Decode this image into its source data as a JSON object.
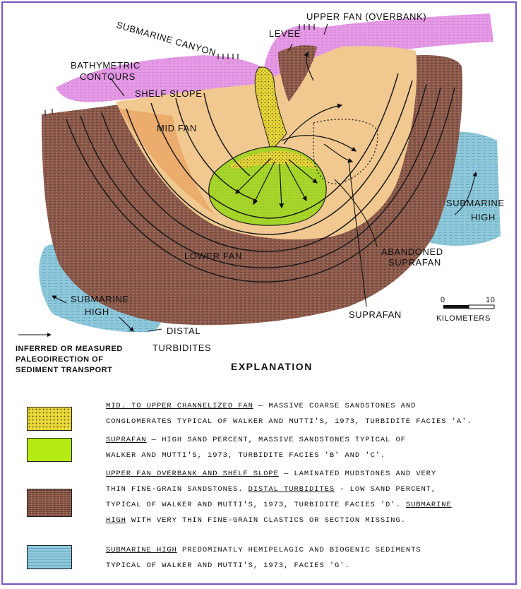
{
  "map": {
    "labels": {
      "submarine_canyon": "SUBMARINE CANYON",
      "upper_fan": "UPPER FAN (OVERBANK)",
      "levee": "LEVEE",
      "bathymetric_1": "BATHYMETRIC",
      "bathymetric_2": "CONTOURS",
      "shelf_slope": "SHELF SLOPE",
      "mid_fan": "MID FAN",
      "submarine_high_right_1": "SUBMARINE",
      "submarine_high_right_2": "HIGH",
      "lower_fan": "LOWER FAN",
      "abandoned_1": "ABANDONED",
      "abandoned_2": "SUPRAFAN",
      "submarine_high_left_1": "SUBMARINE",
      "submarine_high_left_2": "HIGH",
      "suprafan": "SUPRAFAN",
      "distal": "DISTAL",
      "turbidites": "TURBIDITES",
      "scale_0": "0",
      "scale_10": "10",
      "kilometers": "KILOMETERS",
      "arrow_note_1": "INFERRED OR MEASURED",
      "arrow_note_2": "PALEODIRECTION OF",
      "arrow_note_3": "SEDIMENT TRANSPORT",
      "explanation": "EXPLANATION"
    },
    "colors": {
      "brown": "#8a5a4c",
      "tan": "#f0c890",
      "orange": "#e8a060",
      "green": "#a8d62a",
      "yellow": "#e8d838",
      "pink": "#e49ae4",
      "blue": "#8ec8da",
      "frame": "#7b52c9"
    }
  },
  "legend": [
    {
      "swatch": "yellow-dotted",
      "line1_title": "MID. TO UPPER CHANNELIZED FAN",
      "line1_rest": " — MASSIVE COARSE SANDSTONES AND",
      "line2": "CONGLOMERATES TYPICAL OF WALKER AND MUTTI'S, 1973, TURBIDITE FACIES 'A'."
    },
    {
      "swatch": "green",
      "line1_title": "SUPRAFAN",
      "line1_rest": " — HIGH SAND PERCENT, MASSIVE SANDSTONES TYPICAL OF",
      "line2": "WALKER AND MUTTI'S, 1973, TURBIDITE FACIES 'B' AND 'C'."
    },
    {
      "swatch": "brown",
      "line1_title": "UPPER FAN OVERBANK AND SHELF SLOPE",
      "line1_rest": " — LAMINATED MUDSTONES AND VERY",
      "line2a": "THIN FINE-GRAIN SANDSTONES. ",
      "line2_title": "DISTAL TURBIDITES",
      "line2b": " - LOW SAND PERCENT,",
      "line3a": "TYPICAL OF WALKER AND MUTTI'S, 1973, TURBIDITE FACIES 'D'. ",
      "line3_title": "SUBMARINE",
      "line4_title": "HIGH",
      "line4b": " WITH VERY THIN FINE-GRAIN CLASTICS OR SECTION MISSING."
    },
    {
      "swatch": "blue",
      "line1_title": "SUBMARINE HIGH",
      "line1_rest": "   PREDOMINATLY HEMIPELAGIC AND BIOGENIC SEDIMENTS",
      "line2": "TYPICAL OF WALKER AND MUTTI'S, 1973, FACIES 'G'."
    }
  ]
}
